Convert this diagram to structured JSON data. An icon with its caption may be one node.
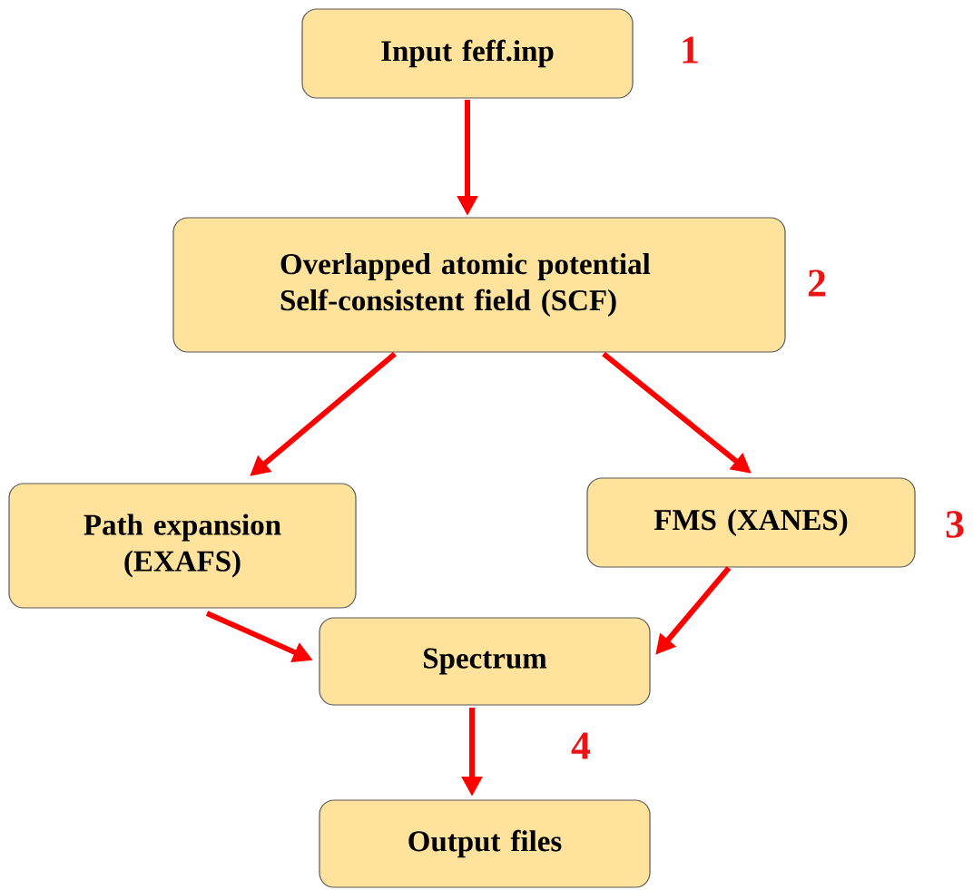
{
  "diagram": {
    "nodes": [
      {
        "text": [
          "Input feff.inp"
        ],
        "beside": [
          "1"
        ]
      },
      {
        "text": [
          "Overlapped atomic potential Self-consistent field (SCF)"
        ],
        "beside": [
          "2"
        ]
      },
      {
        "text": [
          "Path expansion (EXAFS)"
        ]
      },
      {
        "text": [
          "FMS (XANES)"
        ],
        "beside": [
          "3"
        ]
      },
      {
        "text": [
          "Spectrum"
        ]
      },
      {
        "text": [
          "Output files"
        ]
      }
    ],
    "edges": [
      {
        "from": 0,
        "to": 1,
        "arrow": "to"
      },
      {
        "from": 1,
        "to": 2,
        "arrow": "to"
      },
      {
        "from": 1,
        "to": 3,
        "arrow": "to"
      },
      {
        "from": 2,
        "to": 4,
        "arrow": "to"
      },
      {
        "from": 3,
        "to": 4,
        "arrow": "to"
      },
      {
        "from": 4,
        "to": 5,
        "arrow": "to"
      }
    ],
    "labels": [
      "4"
    ]
  }
}
